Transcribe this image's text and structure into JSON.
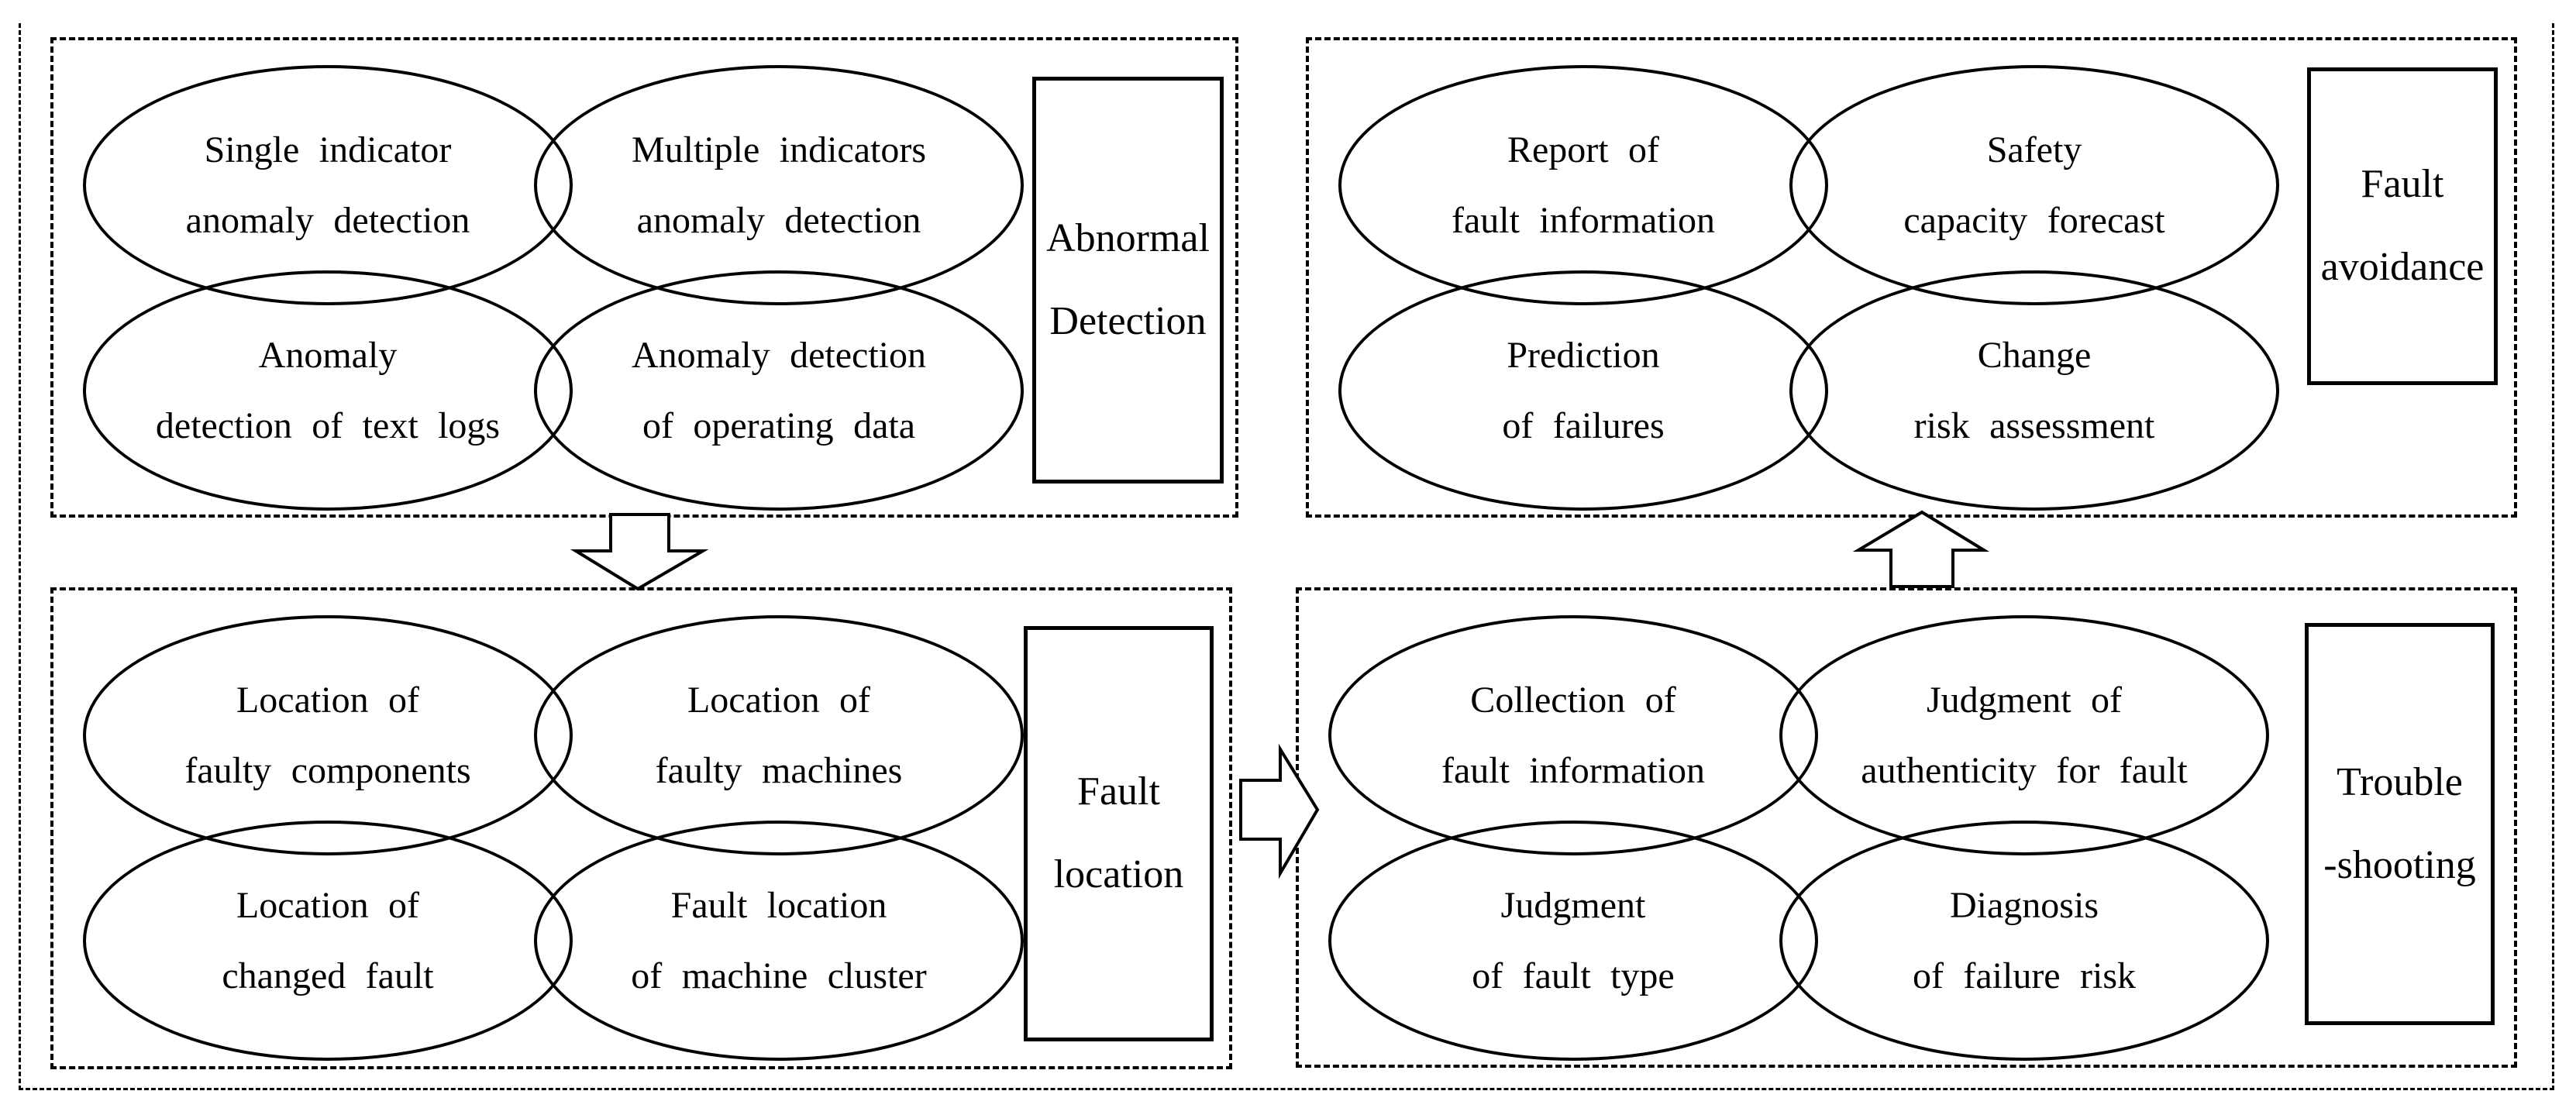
{
  "diagram": {
    "background_color": "#ffffff",
    "line_color": "#000000",
    "quadrants": [
      {
        "name": "abnormal-detection",
        "label_lines": [
          "Abnormal",
          "Detection"
        ],
        "ellipses": [
          {
            "lines": [
              "Single indicator",
              "anomaly detection"
            ]
          },
          {
            "lines": [
              "Multiple indicators",
              "anomaly detection"
            ]
          },
          {
            "lines": [
              "Anomaly",
              "detection of text logs"
            ]
          },
          {
            "lines": [
              "Anomaly detection",
              "of operating data"
            ]
          }
        ]
      },
      {
        "name": "fault-avoidance",
        "label_lines": [
          "Fault",
          "avoidance"
        ],
        "ellipses": [
          {
            "lines": [
              "Report of",
              "fault information"
            ]
          },
          {
            "lines": [
              "Safety",
              "capacity forecast"
            ]
          },
          {
            "lines": [
              "Prediction",
              "of failures"
            ]
          },
          {
            "lines": [
              "Change",
              "risk assessment"
            ]
          }
        ]
      },
      {
        "name": "fault-location",
        "label_lines": [
          "Fault",
          "location"
        ],
        "ellipses": [
          {
            "lines": [
              "Location of",
              "faulty components"
            ]
          },
          {
            "lines": [
              "Location of",
              "faulty machines"
            ]
          },
          {
            "lines": [
              "Location of",
              "changed fault"
            ]
          },
          {
            "lines": [
              "Fault location",
              "of machine cluster"
            ]
          }
        ]
      },
      {
        "name": "trouble-shooting",
        "label_lines": [
          "Trouble",
          "-shooting"
        ],
        "ellipses": [
          {
            "lines": [
              "Collection of",
              "fault information"
            ]
          },
          {
            "lines": [
              "Judgment of",
              "authenticity for fault"
            ]
          },
          {
            "lines": [
              "Judgment",
              "of fault type"
            ]
          },
          {
            "lines": [
              "Diagnosis",
              "of failure risk"
            ]
          }
        ]
      }
    ],
    "icons": {
      "top_left_to_bottom_left": "block-arrow-down",
      "bottom_left_to_bottom_right": "block-arrow-right",
      "bottom_right_to_top_right": "block-arrow-up"
    }
  }
}
